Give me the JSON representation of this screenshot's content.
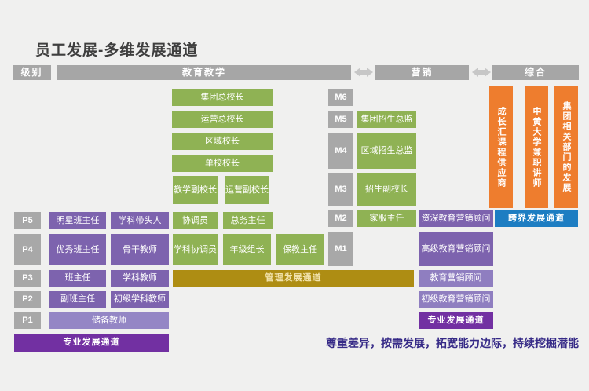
{
  "title": "员工发展-多维发展通道",
  "header": {
    "level_label": "级别",
    "education_label": "教育教学",
    "marketing_label": "营销",
    "comprehensive_label": "综合"
  },
  "education_column": {
    "box1": "集团总校长",
    "box2": "运营总校长",
    "box3": "区域校长",
    "box4": "单校校长",
    "deputy1": "教学副校长",
    "deputy2": "运营副校长"
  },
  "p_levels": {
    "p5": {
      "level": "P5",
      "col1": "明星班主任",
      "col2": "学科带头人",
      "green1": "协调员",
      "green2": "总务主任"
    },
    "p4": {
      "level": "P4",
      "col1": "优秀班主任",
      "col2": "骨干教师",
      "green1": "学科协调员",
      "green2": "年级组长",
      "green3": "保教主任"
    },
    "p3": {
      "level": "P3",
      "col1": "班主任",
      "col2": "学科教师"
    },
    "p2": {
      "level": "P2",
      "col1": "副班主任",
      "col2": "初级学科教师"
    },
    "p1": {
      "level": "P1",
      "span": "储备教师"
    }
  },
  "m_levels": {
    "m6": {
      "level": "M6"
    },
    "m5": {
      "level": "M5",
      "role": "集团招生总监"
    },
    "m4": {
      "level": "M4",
      "role": "区域招生总监"
    },
    "m3": {
      "level": "M3",
      "role": "招生副校长"
    },
    "m2": {
      "level": "M2",
      "role": "家服主任"
    },
    "m1": {
      "level": "M1"
    }
  },
  "marketing_consultants": {
    "c1": "资深教育营销顾问",
    "c2": "高级教育营销顾问",
    "c3": "教育营销顾问",
    "c4": "初级教育营销顾问"
  },
  "comprehensive_column": {
    "v1": "成长汇课程供应商",
    "v2": "中黄大学兼职讲师",
    "v3": "集团相关部门的发展"
  },
  "banners": {
    "professional_left": "专业发展通道",
    "professional_right": "专业发展通道",
    "management": "管理发展通道",
    "crossover": "跨界发展通道"
  },
  "slogan": "尊重差异，按需发展，拓宽能力边际，持续挖掘潜能",
  "colors": {
    "background": "#f0f0ef",
    "header_gray": "#a6a6a6",
    "green": "#8fb254",
    "purple": "#7d63ae",
    "purple_light": "#9486c5",
    "banner_purple": "#7230a2",
    "banner_gold": "#ae8d13",
    "banner_blue": "#1d7dc2",
    "orange": "#ee7d2e",
    "slogan_indigo": "#362a87"
  }
}
